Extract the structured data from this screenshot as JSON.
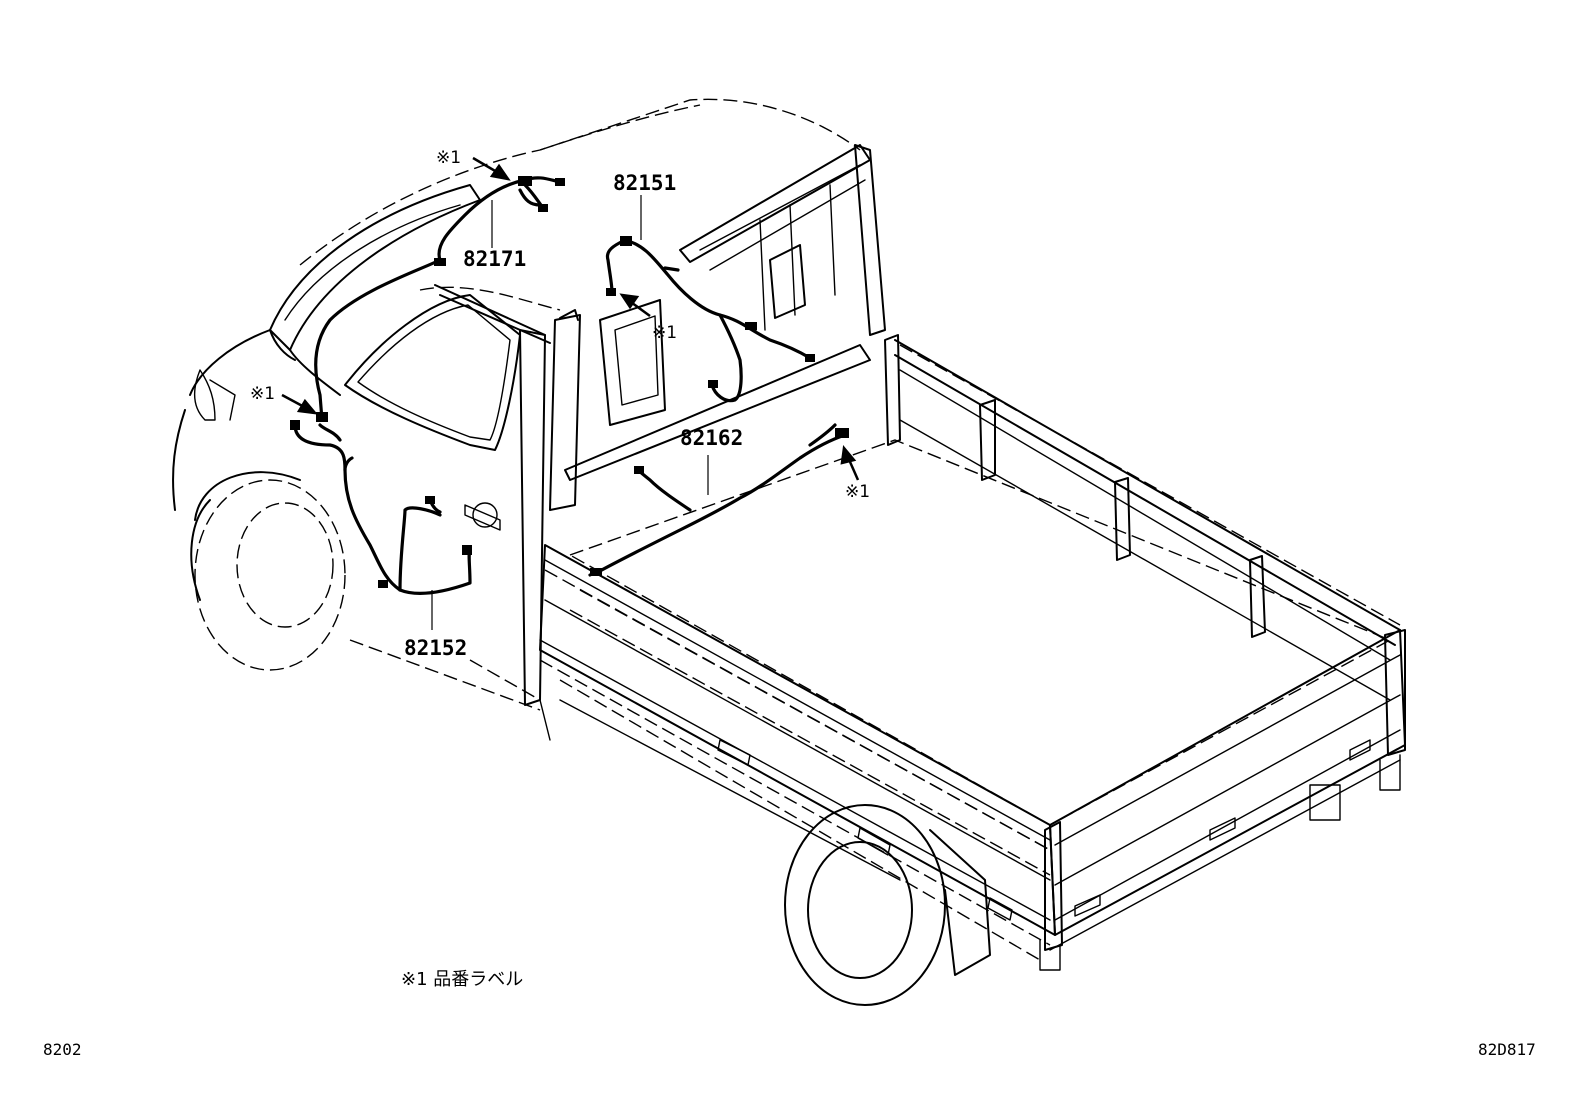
{
  "parts": {
    "p82171": "82171",
    "p82151": "82151",
    "p82152": "82152",
    "p82162": "82162"
  },
  "marks": {
    "m1": "※1",
    "m2": "※1",
    "m3": "※1",
    "m4": "※1"
  },
  "legend": {
    "text": "※1 品番ラベル"
  },
  "codes": {
    "left": "8202",
    "right": "82D817"
  },
  "icons": {
    "arrow": "arrow-icon",
    "truck": "truck-outline"
  }
}
